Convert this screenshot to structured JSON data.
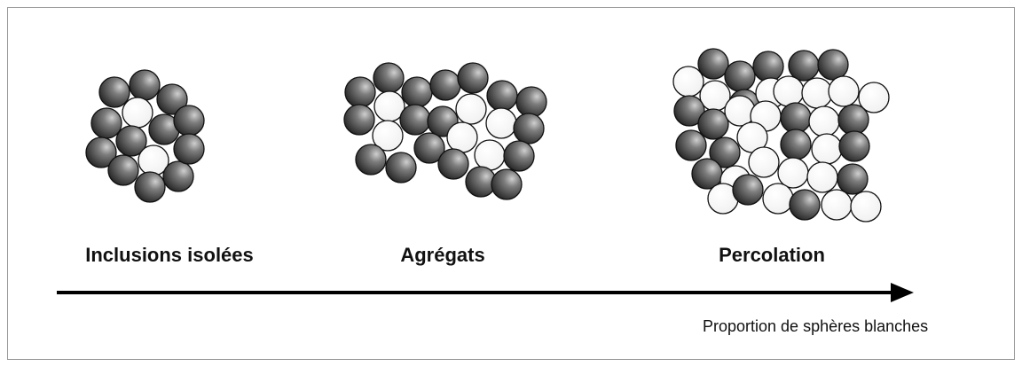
{
  "stages": [
    {
      "label": "Inclusions isolées"
    },
    {
      "label": "Agrégats"
    },
    {
      "label": "Percolation"
    }
  ],
  "axis": {
    "label": "Proportion de sphères blanches"
  },
  "colors": {
    "dark_sphere_light": "#bdbdbd",
    "dark_sphere_dark": "#2b2b2b",
    "white_sphere_fill": "#f7f7f7",
    "sphere_outline": "#111111",
    "frame_border": "#9a9a9a"
  }
}
